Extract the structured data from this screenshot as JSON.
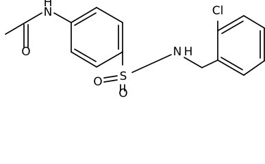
{
  "molecule": {
    "atoms": {
      "acetamide_nh": "H",
      "acetamide_n": "N",
      "carbonyl_o": "O",
      "sulfur": "S",
      "sulfonyl_o_top": "O",
      "sulfonyl_o_bottom": "O",
      "sulfonamide_n": "N",
      "sulfonamide_h": "H",
      "chlorine": "Cl"
    }
  }
}
